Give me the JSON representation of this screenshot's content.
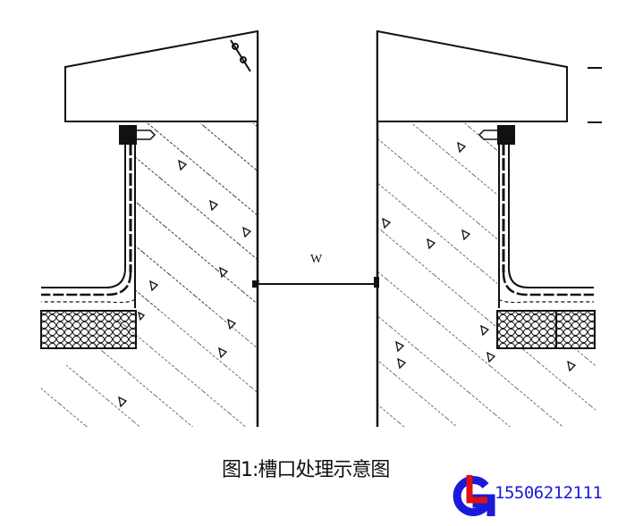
{
  "diagram": {
    "caption": "图1:槽口处理示意图",
    "dimension_label": "W",
    "left_section": {
      "parts": [
        "sloped-cap-block",
        "sealant-bead",
        "vertical-waterproof-membrane",
        "horizontal-membrane-layers",
        "insulation-block",
        "hatched-concrete-wall"
      ]
    },
    "right_section": {
      "parts": [
        "sloped-cap-block",
        "sealant-bead",
        "vertical-waterproof-membrane",
        "horizontal-membrane-layers",
        "insulation-block-two-segment",
        "hatched-concrete-wall",
        "dimension-ticks"
      ]
    },
    "colors": {
      "line": "#111111",
      "background": "#ffffff",
      "logo_blue": "#1a1adb",
      "logo_red": "#e01010"
    }
  },
  "watermark": {
    "logo_letters": "GL",
    "phone": "15506212111"
  }
}
